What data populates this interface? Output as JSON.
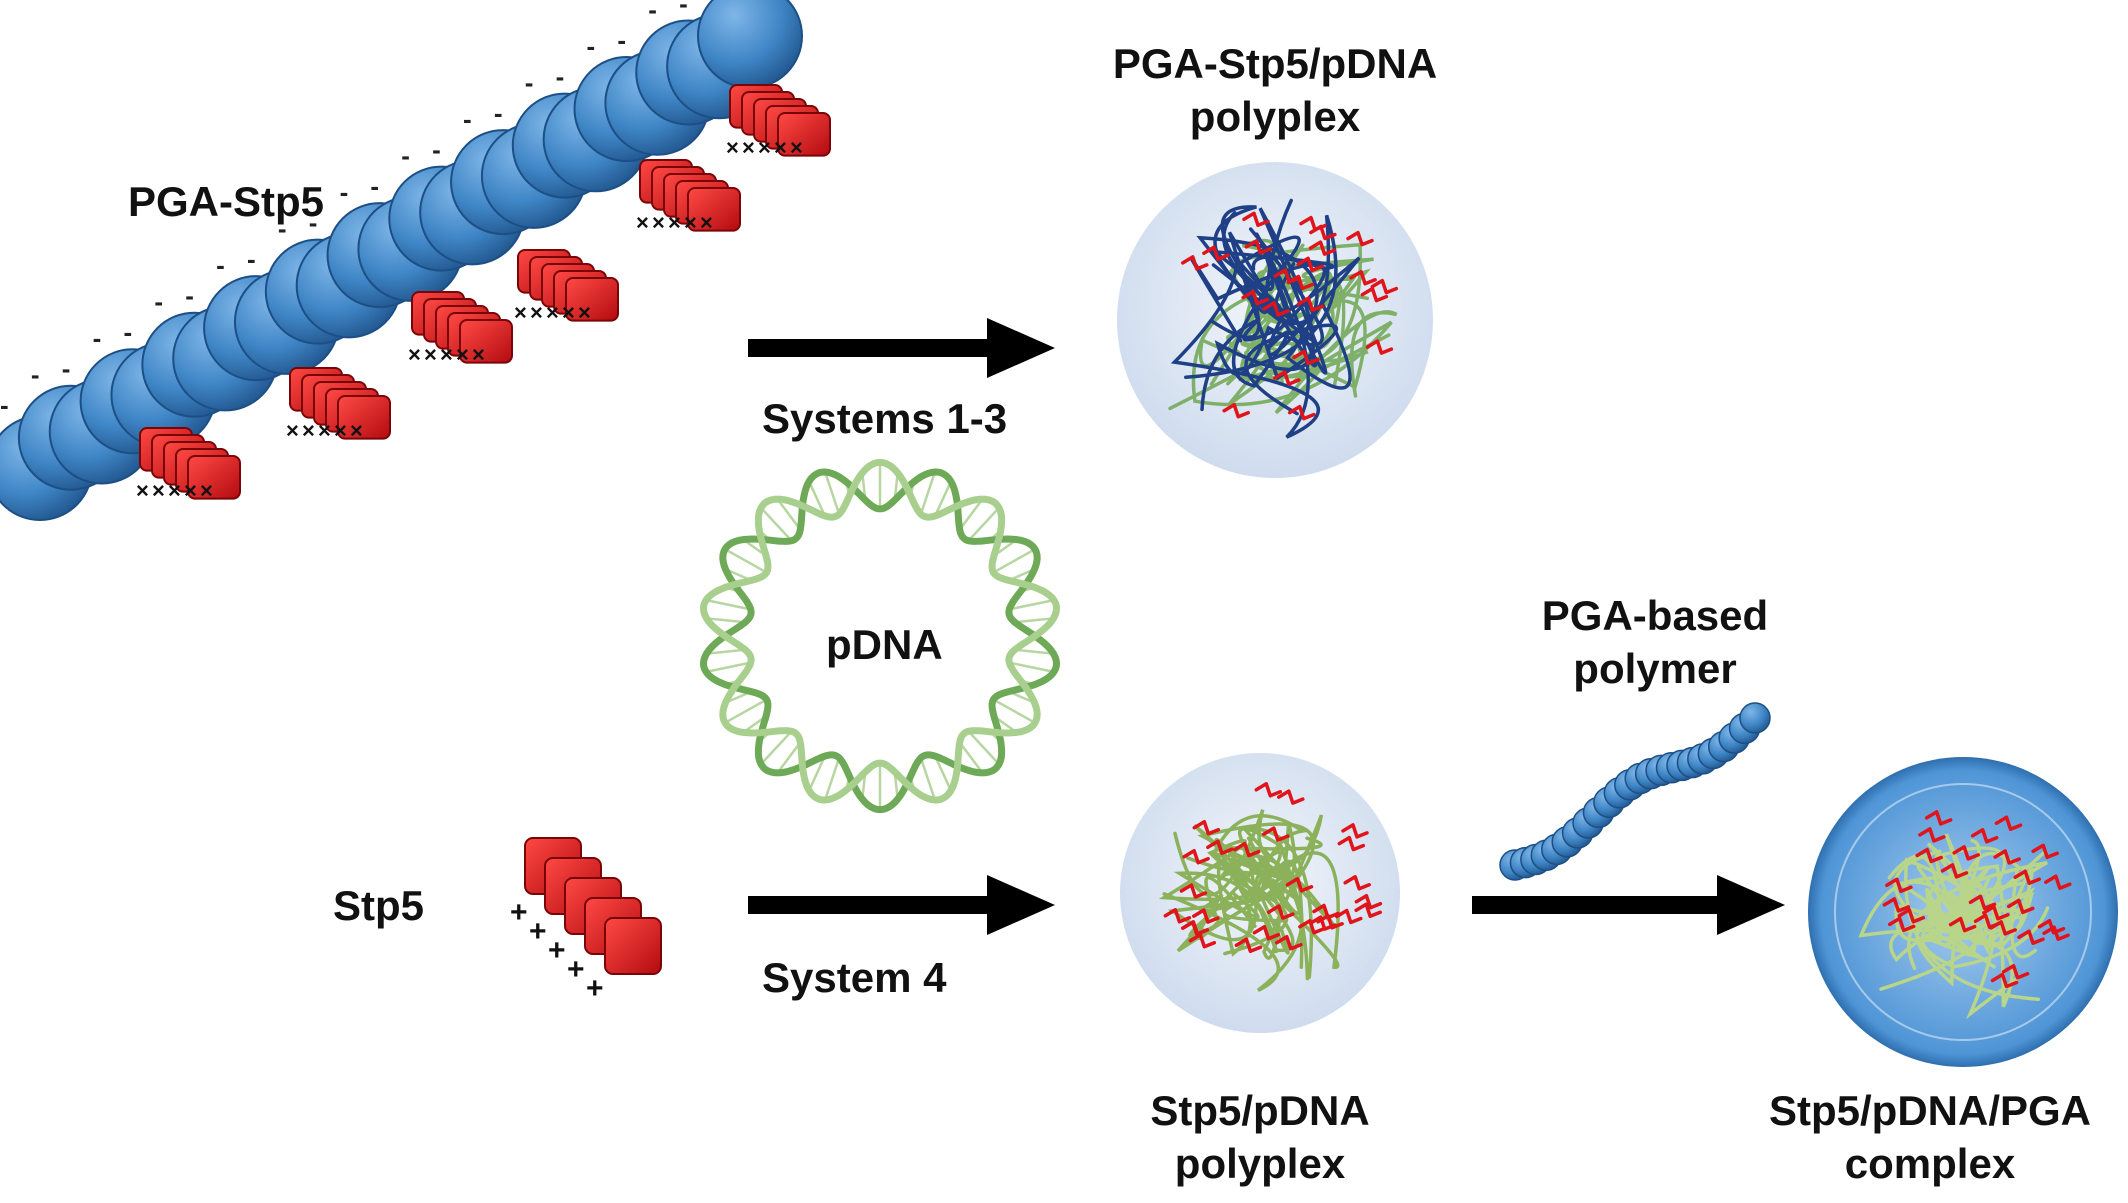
{
  "labels": {
    "pga_stp5": "PGA-Stp5",
    "polyplex_top_line1": "PGA-Stp5/pDNA",
    "polyplex_top_line2": "polyplex",
    "systems_1_3": "Systems 1-3",
    "pdna": "pDNA",
    "pga_based_line1": "PGA-based",
    "pga_based_line2": "polymer",
    "stp5": "Stp5",
    "system_4": "System 4",
    "stp5_polyplex_line1": "Stp5/pDNA",
    "stp5_polyplex_line2": "polyplex",
    "complex_line1": "Stp5/pDNA/PGA",
    "complex_line2": "complex"
  },
  "charge_symbols": {
    "negative": "-",
    "positive": "+"
  },
  "colors": {
    "pga_blue": "#3f86c6",
    "stp5_red": "#e0141a",
    "dna_green": "#7fb069",
    "polyplex_bg": "#dfe7f3",
    "complex_shell": "#5aa0db",
    "arrow": "#000000"
  }
}
